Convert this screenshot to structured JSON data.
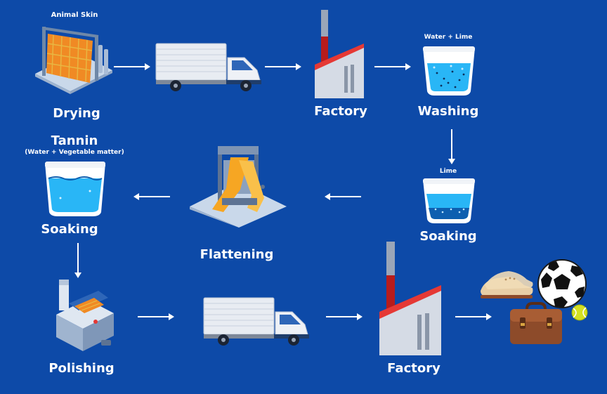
{
  "steps": {
    "drying": {
      "label": "Drying",
      "input": "Animal Skin"
    },
    "truck_top": {
      "label": ""
    },
    "factory_top": {
      "label": "Factory"
    },
    "washing": {
      "label": "Washing",
      "input": "Water + Lime"
    },
    "soaking_right": {
      "label": "Soaking",
      "input": "Lime"
    },
    "flattening": {
      "label": "Flattening"
    },
    "soaking_left": {
      "label": "Soaking",
      "input_title": "Tannin",
      "input": "(Water + Vegetable matter)"
    },
    "polishing": {
      "label": "Polishing"
    },
    "factory_bottom": {
      "label": "Factory"
    },
    "products": {
      "icons": [
        "shoes-icon",
        "football-icon",
        "tennis-ball-icon",
        "leather-bag-icon"
      ]
    }
  },
  "colors": {
    "background": "#0d4aa8",
    "text": "#ffffff",
    "water": "#29b6f6",
    "factory_roof": "#e53935",
    "leather": "#8d4b2a"
  }
}
